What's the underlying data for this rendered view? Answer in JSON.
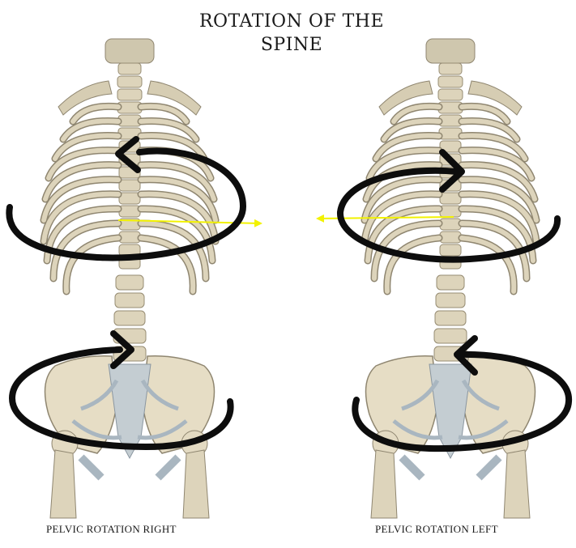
{
  "title": {
    "line1": "ROTATION OF THE",
    "line2": "SPINE"
  },
  "captions": {
    "left": "PELVIC ROTATION RIGHT",
    "right": "PELVIC ROTATION LEFT"
  },
  "colors": {
    "bone": "#d8cfb6",
    "bone_shade": "#a89d80",
    "ligament": "#b8c6d0",
    "arrow": "#0d0d0d",
    "axis_line": "#f2f200"
  },
  "figures": [
    {
      "name": "left-skeleton",
      "caption_key": "left"
    },
    {
      "name": "right-skeleton",
      "caption_key": "right"
    }
  ]
}
